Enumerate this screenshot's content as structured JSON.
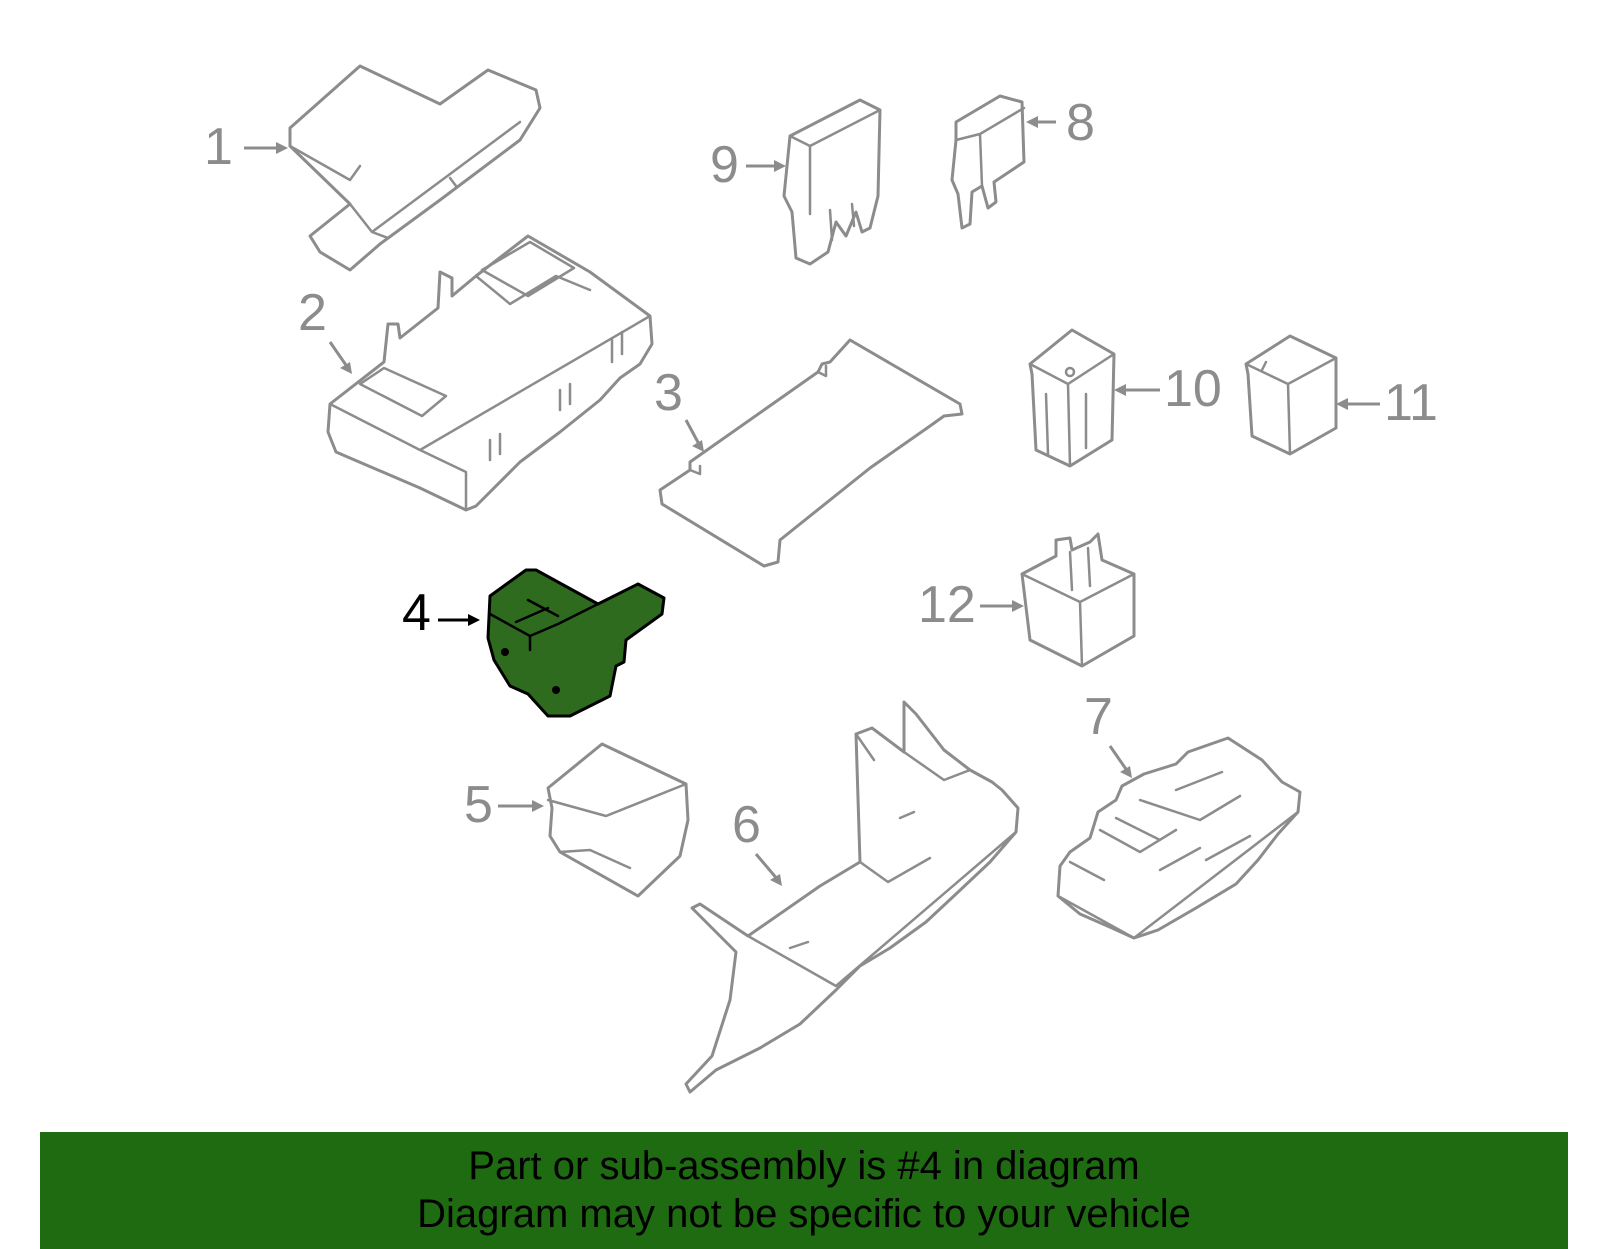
{
  "diagram": {
    "highlight_color": "#2f6b1f",
    "line_color": "#8c8c8c",
    "callouts": [
      {
        "id": "1",
        "label": "1",
        "highlighted": false
      },
      {
        "id": "2",
        "label": "2",
        "highlighted": false
      },
      {
        "id": "3",
        "label": "3",
        "highlighted": false
      },
      {
        "id": "4",
        "label": "4",
        "highlighted": true
      },
      {
        "id": "5",
        "label": "5",
        "highlighted": false
      },
      {
        "id": "6",
        "label": "6",
        "highlighted": false
      },
      {
        "id": "7",
        "label": "7",
        "highlighted": false
      },
      {
        "id": "8",
        "label": "8",
        "highlighted": false
      },
      {
        "id": "9",
        "label": "9",
        "highlighted": false
      },
      {
        "id": "10",
        "label": "10",
        "highlighted": false
      },
      {
        "id": "11",
        "label": "11",
        "highlighted": false
      },
      {
        "id": "12",
        "label": "12",
        "highlighted": false
      }
    ]
  },
  "banner": {
    "background_color": "#1e6b12",
    "line1": "Part or sub-assembly is #4 in diagram",
    "line2": "Diagram may not be specific to your vehicle"
  }
}
